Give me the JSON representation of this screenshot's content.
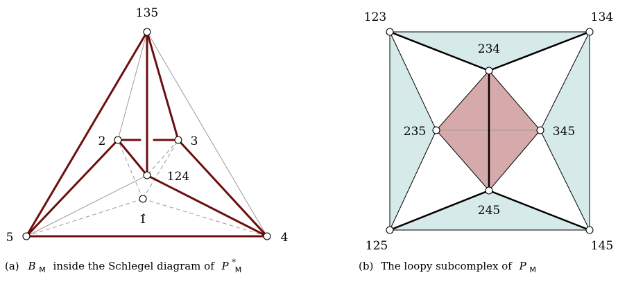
{
  "left_figure": {
    "labels": {
      "top": "135",
      "two": "2",
      "three": "3",
      "center": "124",
      "hat": "1̂",
      "bottom_left": "5",
      "bottom_right": "4"
    },
    "caption": {
      "prefix": "(a)",
      "b": "B",
      "b_sub": "M",
      "middle": "inside the Schlegel diagram of",
      "p": "P",
      "p_sup": "*",
      "p_sub": "M"
    }
  },
  "right_figure": {
    "labels": {
      "top_left": "123",
      "top_right": "134",
      "bottom_left": "125",
      "bottom_right": "145",
      "inner_top": "234",
      "inner_left": "235",
      "inner_right": "345",
      "inner_bottom": "245"
    },
    "caption": {
      "prefix": "(b)",
      "middle": "The loopy subcomplex of",
      "p": "P",
      "p_sub": "M"
    }
  },
  "colors": {
    "dark_red": "#6b0f0f",
    "thin_gray": "#9a9a9a",
    "teal_fill": "#d6eae9",
    "pink_fill": "#d6a9aa"
  }
}
